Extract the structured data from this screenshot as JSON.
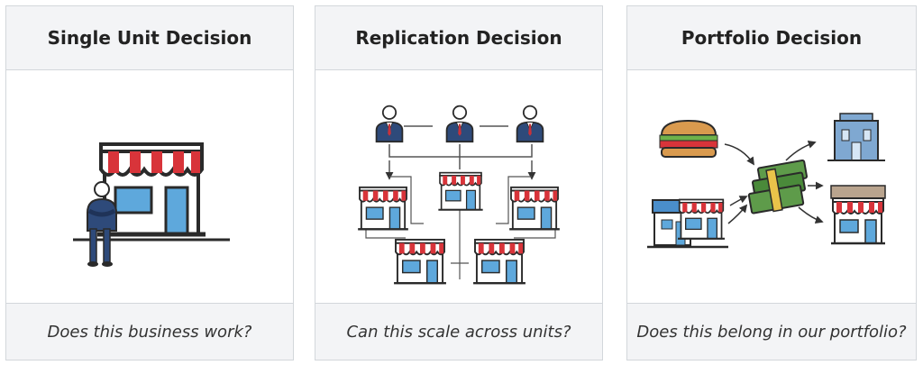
{
  "panels": [
    {
      "title": "Single Unit Decision",
      "question": "Does this business work?"
    },
    {
      "title": "Replication Decision",
      "question": "Can this scale across units?"
    },
    {
      "title": "Portfolio Decision",
      "question": "Does this belong in our portfolio?"
    }
  ],
  "colors": {
    "awning_red": "#d8343a",
    "window_blue": "#5ea8dc",
    "suit_navy": "#2e4a7a",
    "tie_red": "#c8323a",
    "money_green": "#4a8a3a",
    "outline": "#2a2a2a"
  },
  "icons": [
    "store-icon",
    "person-icon",
    "burger-icon",
    "money-stack-icon",
    "office-building-icon",
    "arrow-icon"
  ]
}
